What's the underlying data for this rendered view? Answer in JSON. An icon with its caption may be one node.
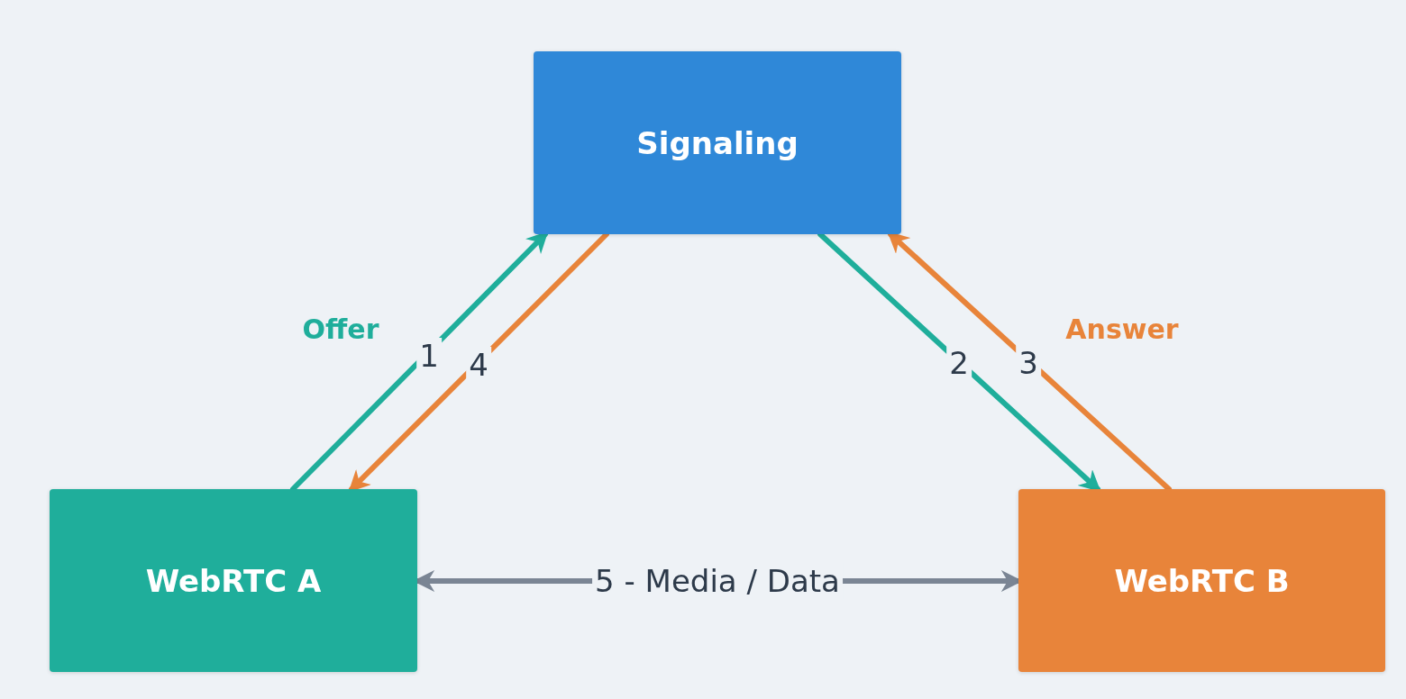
{
  "diagram": {
    "nodes": [
      {
        "text": [
          "Signaling"
        ]
      },
      {
        "text": [
          "WebRTC A"
        ]
      },
      {
        "text": [
          "WebRTC B"
        ]
      }
    ],
    "edges": [
      {
        "from": 1,
        "to": 0,
        "arrow": "to",
        "label": "1",
        "color": "#1fae9b"
      },
      {
        "from": 0,
        "to": 1,
        "arrow": "to",
        "label": "4",
        "color": "#e8843a"
      },
      {
        "from": 0,
        "to": 2,
        "arrow": "to",
        "label": "2",
        "color": "#1fae9b"
      },
      {
        "from": 2,
        "to": 0,
        "arrow": "to",
        "label": "3",
        "color": "#e8843a"
      },
      {
        "from": 1,
        "to": 2,
        "arrow": "both",
        "label": "5 - Media / Data",
        "color": "#7a8594"
      }
    ],
    "labels": [
      "Offer",
      "Answer"
    ]
  }
}
